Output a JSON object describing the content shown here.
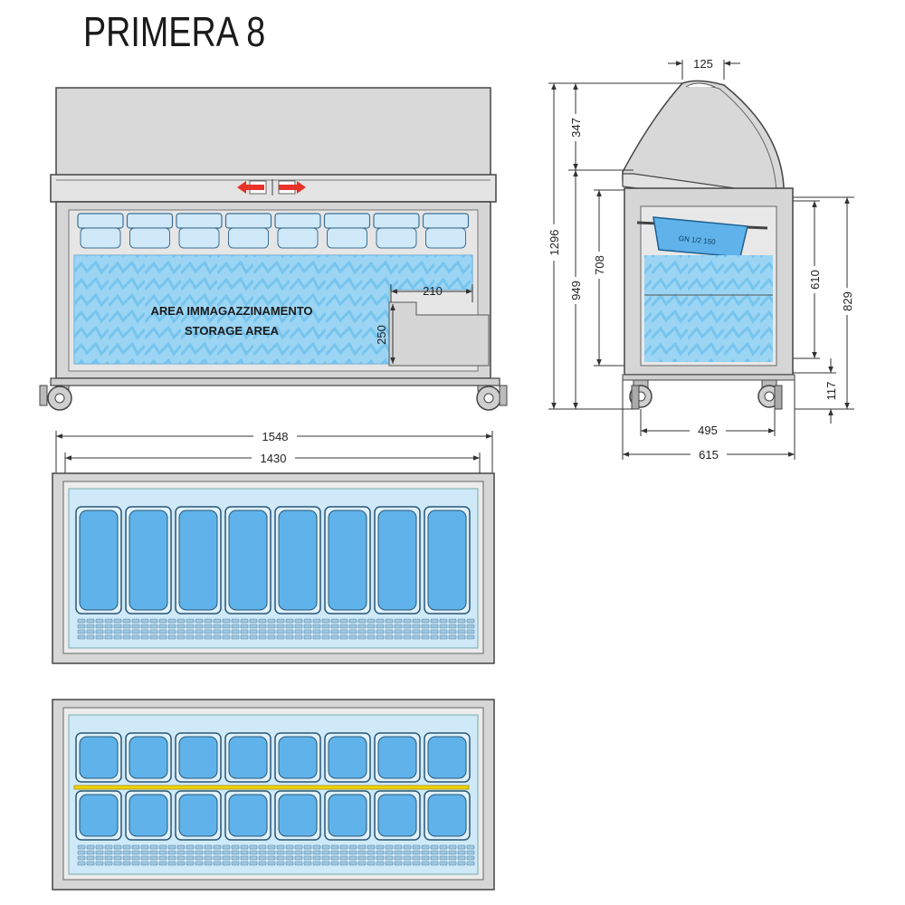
{
  "title": "PRIMERA 8",
  "front_view": {
    "storage_label_it": "AREA IMMAGAZZINAMENTO",
    "storage_label_en": "STORAGE AREA",
    "dim_step_width": "210",
    "dim_step_height": "250"
  },
  "side_view": {
    "dim_top_width": "125",
    "dim_canopy": "347",
    "dim_total_height": "1296",
    "dim_body_height": "949",
    "dim_storage_outer": "708",
    "dim_storage_inner": "610",
    "dim_counter_height": "829",
    "dim_wheel_height": "117",
    "dim_inner_depth": "495",
    "dim_outer_depth": "615",
    "tray_label": "GN 1/2 150"
  },
  "plan_view": {
    "dim_outer_width": "1548",
    "dim_inner_width": "1430"
  },
  "colors": {
    "body_gray": "#d6d6d6",
    "outline": "#333333",
    "water_blue": "#7fc9ee",
    "pan_blue": "#5fb3ea",
    "light_blue": "#cfe9f8",
    "divider_yellow": "#f2d400",
    "arrow_red": "#e8322a",
    "dim_red": "#e0443a"
  },
  "pans_per_row": 8
}
